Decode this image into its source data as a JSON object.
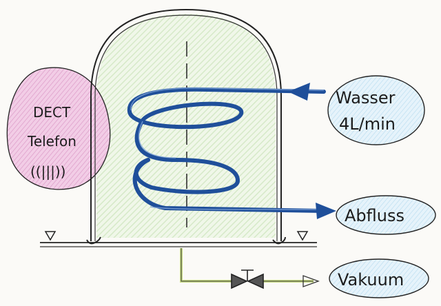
{
  "labels": {
    "phone_line1": "DECT",
    "phone_line2": "Telefon",
    "phone_icon": "((|||))",
    "water_line1": "Wasser",
    "water_line2": "4L/min",
    "drain": "Abfluss",
    "vacuum": "Vakuum"
  },
  "colors": {
    "phone_bubble": "#e9b9d9",
    "water_bubble": "#d9eef8",
    "dome_fill": "#dcefd3",
    "coil": "#1f4f9a",
    "pipe": "#d7e6a0",
    "ink": "#222222"
  },
  "icons": {
    "valve": "valve-icon",
    "phone_signal": "antenna-icon"
  }
}
